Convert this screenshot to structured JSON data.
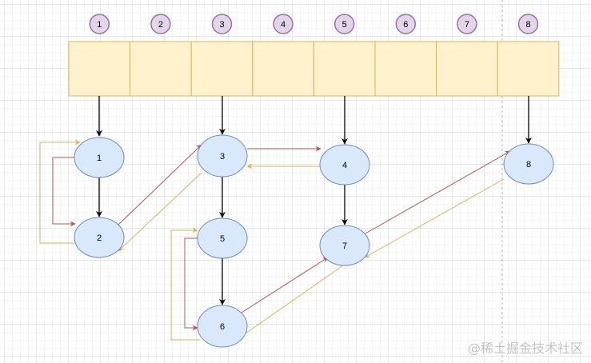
{
  "colors": {
    "cell_fill": "#fff2cc",
    "cell_stroke": "#d6b656",
    "index_fill": "#e1d5e7",
    "index_stroke": "#9673a6",
    "node_fill": "#dae8fc",
    "node_stroke": "#6c8ebf",
    "arrow_black": "#000000",
    "arrow_red": "#b85450",
    "arrow_yellow": "#d6b656",
    "divider": "#b3b3b3"
  },
  "indices": [
    "1",
    "2",
    "3",
    "4",
    "5",
    "6",
    "7",
    "8"
  ],
  "nodes": [
    {
      "id": "n1",
      "label": "1"
    },
    {
      "id": "n2",
      "label": "2"
    },
    {
      "id": "n3",
      "label": "3"
    },
    {
      "id": "n4",
      "label": "4"
    },
    {
      "id": "n5",
      "label": "5"
    },
    {
      "id": "n6",
      "label": "6"
    },
    {
      "id": "n7",
      "label": "7"
    },
    {
      "id": "n8",
      "label": "8"
    }
  ],
  "watermark": "@稀土掘金技术社区"
}
